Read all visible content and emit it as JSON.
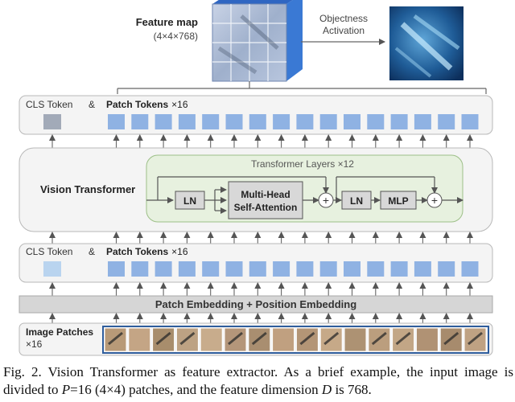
{
  "feature_map": {
    "title": "Feature map",
    "dims": "(4×4×768)",
    "activation_label_line1": "Objectness",
    "activation_label_line2": "Activation"
  },
  "output_tokens": {
    "cls_label": "CLS Token",
    "amp": "&",
    "patch_label": "Patch Tokens",
    "count": "×16",
    "n": 16
  },
  "vit": {
    "title": "Vision Transformer",
    "layers_label": "Transformer Layers ×12",
    "ln1": "LN",
    "mha_line1": "Multi-Head",
    "mha_line2": "Self-Attention",
    "plus1": "+",
    "ln2": "LN",
    "mlp": "MLP",
    "plus2": "+"
  },
  "input_tokens": {
    "cls_label": "CLS Token",
    "amp": "&",
    "patch_label": "Patch Tokens",
    "count": "×16",
    "n": 16
  },
  "embedding": {
    "label": "Patch Embedding + Position Embedding"
  },
  "patches": {
    "label": "Image Patches",
    "count": "×16",
    "n": 16
  },
  "caption": {
    "prefix": "Fig. 2.",
    "text1": " Vision Transformer as feature extractor. As a brief example, the input image is divided to ",
    "P": "P",
    "text2": "=16 (4×4) patches, and the feature dimension ",
    "D": "D",
    "text3": " is 768."
  },
  "colors": {
    "token_blue": "#8fb2e3",
    "cls_out": "#a2aab8",
    "cls_in": "#b9d4ef",
    "panel_fill": "#f4f4f4",
    "panel_stroke": "#b8b8b8",
    "layers_fill": "#e7f1df",
    "layers_stroke": "#9dbf88",
    "block_fill": "#d8d8d8",
    "embed_fill": "#d6d6d6",
    "patch_border": "#2f5d9c"
  }
}
